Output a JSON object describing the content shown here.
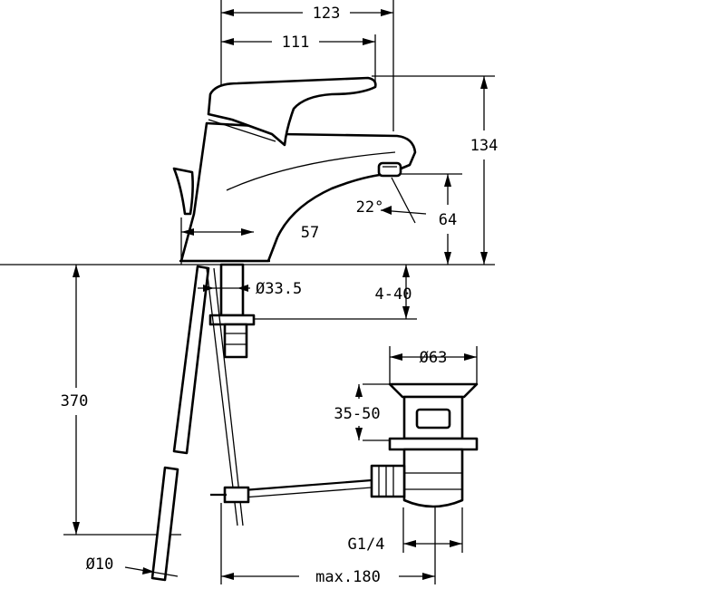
{
  "dimensions": {
    "total_width": "123",
    "spout_reach": "111",
    "total_height": "134",
    "spout_height": "64",
    "spout_angle": "22°",
    "spout_projection": "57",
    "hole_diameter": "Ø33.5",
    "deck_thickness": "4-40",
    "drain_diameter": "Ø63",
    "drain_height": "35-50",
    "pipe_length": "370",
    "rod_diameter": "Ø10",
    "max_distance": "max.180",
    "thread": "G1/4"
  }
}
